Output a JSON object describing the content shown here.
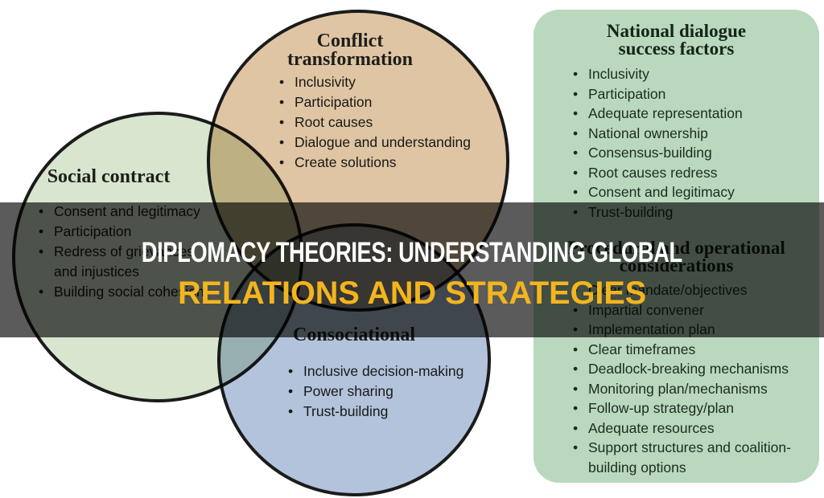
{
  "banner": {
    "line1": "DIPLOMACY THEORIES: UNDERSTANDING GLOBAL",
    "line2": "RELATIONS AND STRATEGIES",
    "colors": {
      "line1": "#ffffff",
      "line2": "#f3b51e",
      "overlay": "rgba(0,0,0,0.645)"
    }
  },
  "venn": {
    "circles": [
      {
        "key": "conflict-transformation",
        "title": "Conflict transformation",
        "title_lines": [
          "Conflict",
          "transformation"
        ],
        "fill": "#dfc5a3",
        "items": [
          "Inclusivity",
          "Participation",
          "Root causes",
          "Dialogue and understanding",
          "Create solutions"
        ]
      },
      {
        "key": "social-contract",
        "title": "Social contract",
        "title_lines": [
          "Social contract"
        ],
        "fill": "#d8e5cf",
        "items": [
          "Consent and legitimacy",
          "Participation",
          "Redress of grievances and injustices",
          "Building social cohesion"
        ]
      },
      {
        "key": "consociational",
        "title": "Consociational",
        "title_lines": [
          "Consociational"
        ],
        "fill": "#b3c3db",
        "items": [
          "Inclusive decision-making",
          "Power sharing",
          "Trust-building"
        ]
      }
    ]
  },
  "panel": {
    "fill": "#b9d8bd",
    "sections": [
      {
        "title": "National dialogue success factors",
        "title_lines": [
          "National dialogue",
          "success factors"
        ],
        "items": [
          "Inclusivity",
          "Participation",
          "Adequate representation",
          "National ownership",
          "Consensus-building",
          "Root causes redress",
          "Consent and legitimacy",
          "Trust-building"
        ]
      },
      {
        "title": "Procedural and operational considerations",
        "title_lines": [
          "Procedural and operational",
          "considerations"
        ],
        "items": [
          "Clear mandate/objectives",
          "Impartial convener",
          "Implementation plan",
          "Clear timeframes",
          "Deadlock-breaking mechanisms",
          "Monitoring plan/mechanisms",
          "Follow-up strategy/plan",
          "Adequate resources",
          "Support structures and coalition-building options"
        ]
      }
    ]
  }
}
